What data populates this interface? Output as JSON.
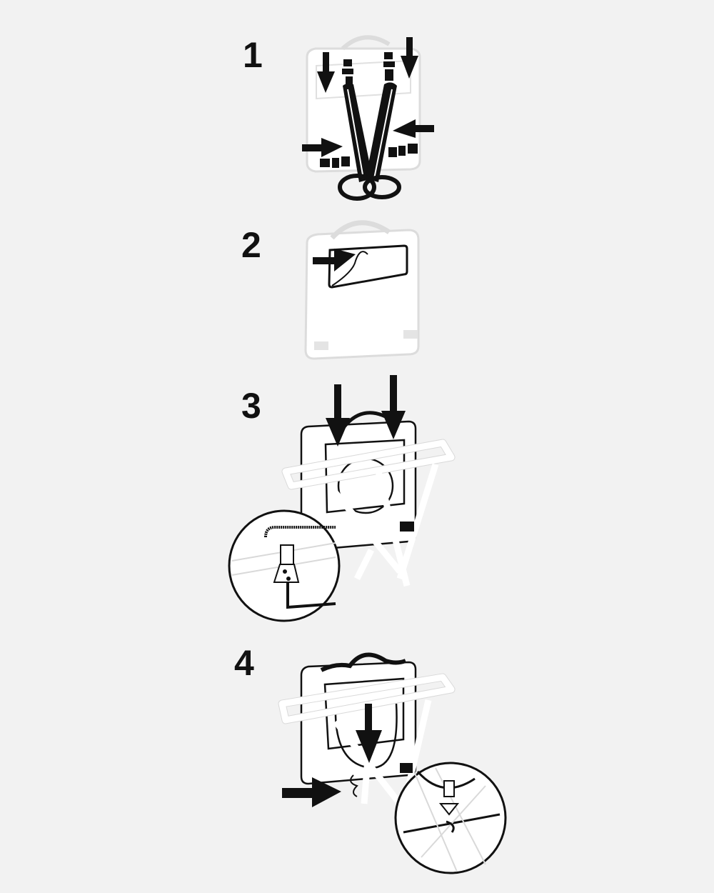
{
  "diagram": {
    "background": "#f2f2f2",
    "ink_color": "#111111",
    "outline_light": "#d9d9d9",
    "steps": [
      {
        "number": "1",
        "description": "Remove shoulder straps: unclip top and side buckles (arrows pointing down at top buckles, inward at side buckles)"
      },
      {
        "number": "2",
        "description": "Open back zip panel and tuck straps inside (arrow pointing right at zip)"
      },
      {
        "number": "3",
        "description": "Hook pannier onto rear rack from above (two down arrows); magnified inset of hook on rack rail"
      },
      {
        "number": "4",
        "description": "Secure lower hook to rack strut (down arrow and right arrow); magnified inset of lower hook engagement"
      }
    ]
  }
}
